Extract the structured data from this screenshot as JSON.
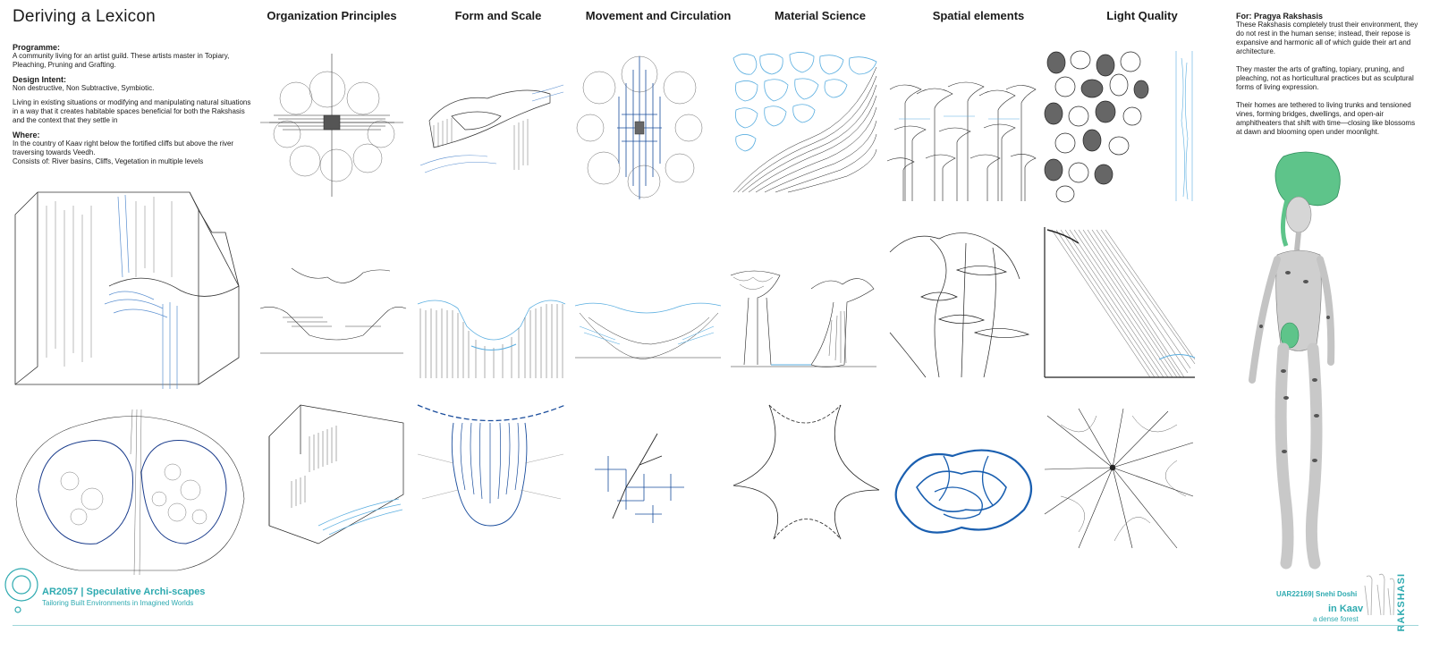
{
  "page": {
    "title": "Deriving a Lexicon"
  },
  "columns": [
    "Organization Principles",
    "Form and Scale",
    "Movement and Circulation",
    "Material Science",
    "Spatial elements",
    "Light Quality"
  ],
  "info": {
    "programme_heading": "Programme:",
    "programme_text": "A community living for an artist guild. These artists master in Topiary, Pleaching, Pruning and Grafting.",
    "intent_heading": "Design Intent:",
    "intent_text": "Non destructive, Non Subtractive, Symbiotic.",
    "intent_text2": "Living in existing situations or modifying and manipulating natural situations in a way that it creates habitable spaces beneficial for both the Rakshasis and the context that they settle in",
    "where_heading": "Where:",
    "where_text": "In the country of Kaav right below the fortified cliffs but above the river traversing towards Veedh.",
    "where_text2": "Consists of: River basins, Cliffs, Vegetation in multiple levels"
  },
  "right_panel": {
    "heading": "For: Pragya Rakshasis",
    "p1": "These Rakshasis completely trust their environment, they do not rest in the human sense; instead, their repose is expansive and harmonic all of which guide their art and architecture.",
    "p2": "They master the arts of grafting, topiary, pruning, and pleaching, not as horticultural practices but as sculptural forms of living expression.",
    "p3": "Their homes are tethered to living trunks and tensioned vines, forming bridges, dwellings, and open-air amphitheaters that shift with time—closing like blossoms at dawn and blooming open under moonlight."
  },
  "footer": {
    "course": "AR2057 | Speculative Archi-scapes",
    "subtitle": "Tailoring Built Environments in Imagined Worlds",
    "code": "UAR22169| Snehi Doshi",
    "place": "in Kaav",
    "tag": "a dense forest",
    "vertical": "RAKSHASI"
  },
  "colors": {
    "accent": "#2eaab0",
    "sketch_blue": "#3a7fc2",
    "ink": "#222222",
    "creature_green": "#5ec48a"
  }
}
